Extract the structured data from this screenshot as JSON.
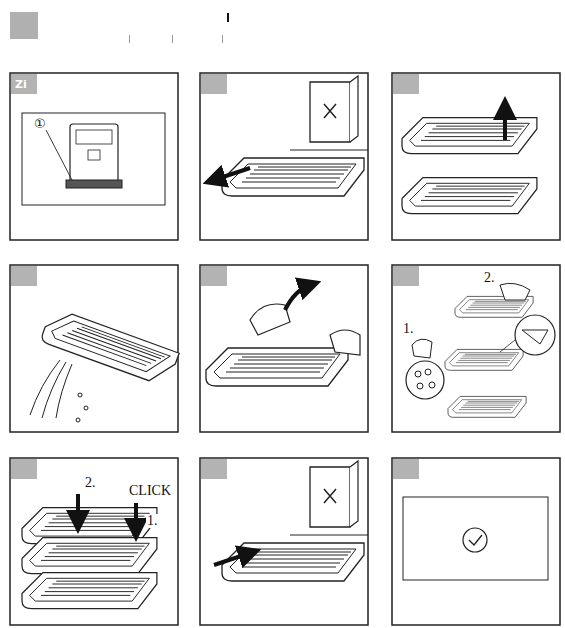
{
  "diagram": {
    "labels": [
      "Zi",
      "①",
      "2.",
      "1.",
      "2.",
      "CLICK",
      "1."
    ]
  }
}
